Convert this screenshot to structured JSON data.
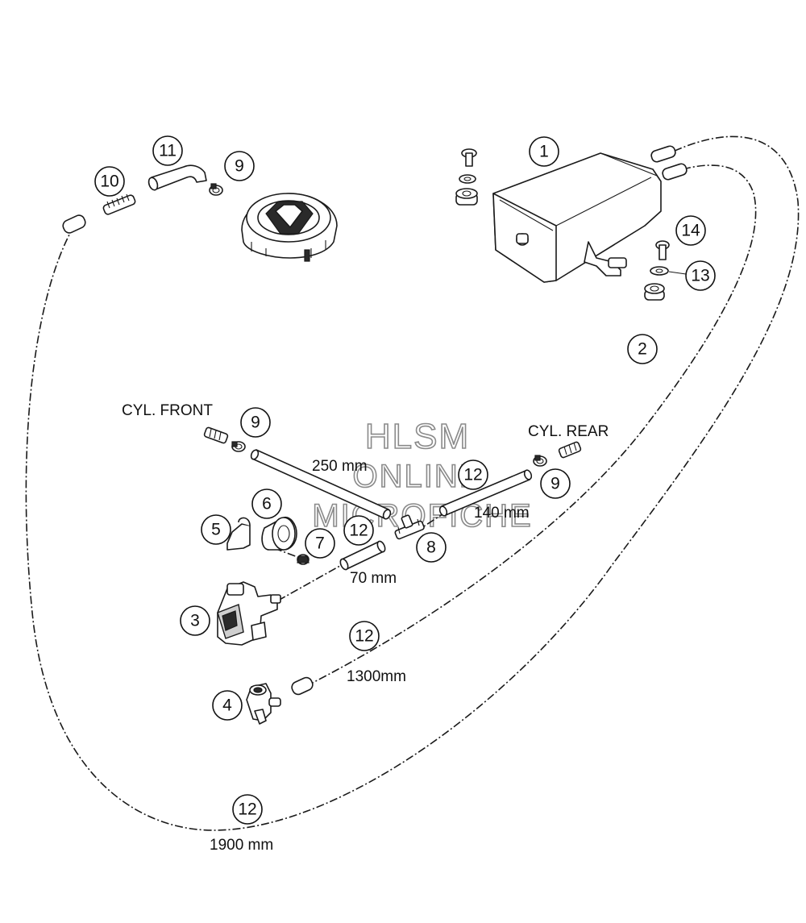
{
  "watermark": {
    "line1": "HLSM",
    "line2": "ONLINE",
    "line3": "MICROFICHE"
  },
  "labels": {
    "cyl_front": "CYL. FRONT",
    "cyl_rear": "CYL. REAR"
  },
  "dimensions": {
    "d250": "250 mm",
    "d140": "140 mm",
    "d70": "70 mm",
    "d1300": "1300mm",
    "d1900": "1900 mm"
  },
  "callouts": {
    "c1": "1",
    "c2": "2",
    "c3": "3",
    "c4": "4",
    "c5": "5",
    "c6": "6",
    "c7": "7",
    "c8": "8",
    "c9a": "9",
    "c9b": "9",
    "c9c": "9",
    "c10": "10",
    "c11": "11",
    "c12a": "12",
    "c12b": "12",
    "c12c": "12",
    "c12d": "12",
    "c13": "13",
    "c14": "14"
  }
}
